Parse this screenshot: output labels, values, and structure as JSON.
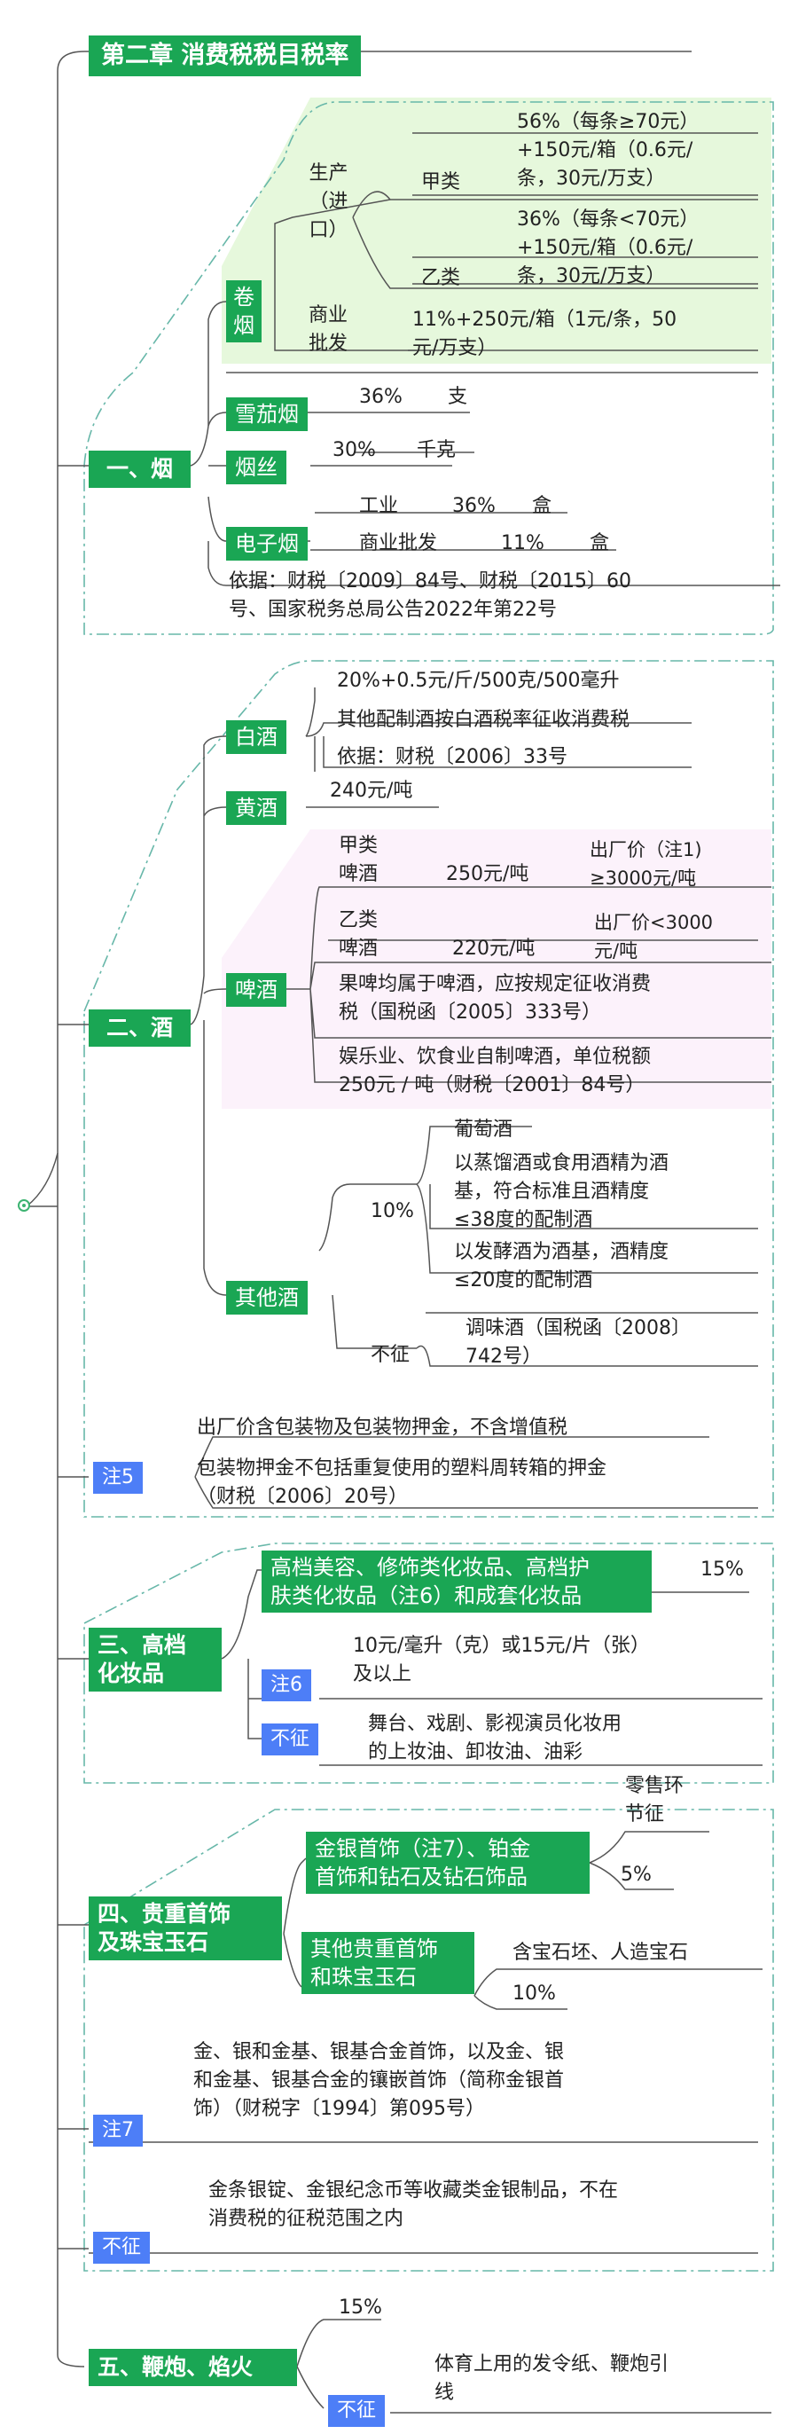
{
  "title": "第二章 消费税税目税率",
  "sections": {
    "tobacco": {
      "label": "一、烟",
      "juanyan": "卷烟",
      "production": "生产（进口）",
      "production_lines": [
        "生产",
        "（进",
        "口）"
      ],
      "jia": "甲类",
      "jia_rate_lines": [
        "56%（每条≥70元）",
        "+150元/箱（0.6元/",
        "条，30元/万支）"
      ],
      "yi": "乙类",
      "yi_rate_lines": [
        "36%（每条<70元）",
        "+150元/箱（0.6元/",
        "条，30元/万支）"
      ],
      "wholesale_lines": [
        "商业",
        "批发"
      ],
      "wholesale_rate_lines": [
        "11%+250元/箱（1元/条，50",
        "元/万支）"
      ],
      "cigar": "雪茄烟",
      "cigar_rate": "36%",
      "cigar_unit": "支",
      "cut": "烟丝",
      "cut_rate": "30%",
      "cut_unit": "千克",
      "ecig": "电子烟",
      "ecig_industry": "工业",
      "ecig_industry_rate": "36%",
      "ecig_industry_unit": "盒",
      "ecig_wholesale": "商业批发",
      "ecig_wholesale_rate": "11%",
      "ecig_wholesale_unit": "盒",
      "basis_lines": [
        "依据：财税〔2009〕84号、财税〔2015〕60",
        "号、国家税务总局公告2022年第22号"
      ]
    },
    "alcohol": {
      "label": "二、酒",
      "baijiu": "白酒",
      "baijiu_rate": "20%+0.5元/斤/500克/500毫升",
      "baijiu_other": "其他配制酒按白酒税率征收消费税",
      "baijiu_basis": "依据：财税〔2006〕33号",
      "huangjiu": "黄酒",
      "huangjiu_rate": "240元/吨",
      "beer": "啤酒",
      "beer_jia_lines": [
        "甲类",
        "啤酒"
      ],
      "beer_jia_rate": "250元/吨",
      "beer_jia_cond_lines": [
        "出厂价（注1)",
        "≥3000元/吨"
      ],
      "beer_yi_lines": [
        "乙类",
        "啤酒"
      ],
      "beer_yi_rate": "220元/吨",
      "beer_yi_cond_lines": [
        "出厂价<3000",
        "元/吨"
      ],
      "beer_fruit_lines": [
        "果啤均属于啤酒，应按规定征收消费",
        "税（国税函〔2005〕333号）"
      ],
      "beer_ent_lines": [
        "娱乐业、饮食业自制啤酒，单位税额",
        "250元 / 吨（财税〔2001〕84号）"
      ],
      "other": "其他酒",
      "other_rate": "10%",
      "grape": "葡萄酒",
      "distilled_lines": [
        "以蒸馏酒或食用酒精为酒",
        "基，符合标准且酒精度",
        "≤38度的配制酒"
      ],
      "fermented_lines": [
        "以发酵酒为酒基，酒精度",
        "≤20度的配制酒"
      ],
      "exempt": "不征",
      "cooking_lines": [
        "调味酒（国税函〔2008〕",
        "742号）"
      ],
      "note5": "注5",
      "note5_a": "出厂价含包装物及包装物押金，不含增值税",
      "note5_b_lines": [
        "包装物押金不包括重复使用的塑料周转箱的押金",
        "（财税〔2006〕20号）"
      ]
    },
    "cosmetics": {
      "label_lines": [
        "三、高档",
        "化妆品"
      ],
      "item_lines": [
        "高档美容、修饰类化妆品、高档护",
        "肤类化妆品（注6）和成套化妆品"
      ],
      "rate": "15%",
      "note6": "注6",
      "note6_lines": [
        "10元/毫升（克）或15元/片（张）",
        "及以上"
      ],
      "exempt": "不征",
      "exempt_lines": [
        "舞台、戏剧、影视演员化妆用",
        "的上妆油、卸妆油、油彩"
      ]
    },
    "jewelry": {
      "label_lines": [
        "四、贵重首饰",
        "及珠宝玉石"
      ],
      "gold_lines": [
        "金银首饰（注7）、铂金",
        "首饰和钻石及钻石饰品"
      ],
      "gold_stage_lines": [
        "零售环",
        "节征"
      ],
      "gold_rate": "5%",
      "other_lines": [
        "其他贵重首饰",
        "和珠宝玉石"
      ],
      "other_note": "含宝石坯、人造宝石",
      "other_rate": "10%",
      "note7": "注7",
      "note7_lines": [
        "金、银和金基、银基合金首饰，以及金、银",
        "和金基、银基合金的镶嵌首饰（简称金银首",
        "饰）（财税字〔1994〕第095号）"
      ],
      "exempt": "不征",
      "exempt_lines": [
        "金条银锭、金银纪念币等收藏类金银制品，不在",
        "消费税的征税范围之内"
      ]
    },
    "fireworks": {
      "label": "五、鞭炮、焰火",
      "rate": "15%",
      "exempt": "不征",
      "exempt_lines": [
        "体育上用的发令纸、鞭炮引",
        "线"
      ]
    }
  },
  "colors": {
    "green": "#1aa654",
    "blue": "#4d7ef7",
    "green_fill": "#e6f8dc",
    "pink_fill": "#fcf2fb",
    "line": "#555555",
    "dash_teal": "#67b7a9"
  }
}
